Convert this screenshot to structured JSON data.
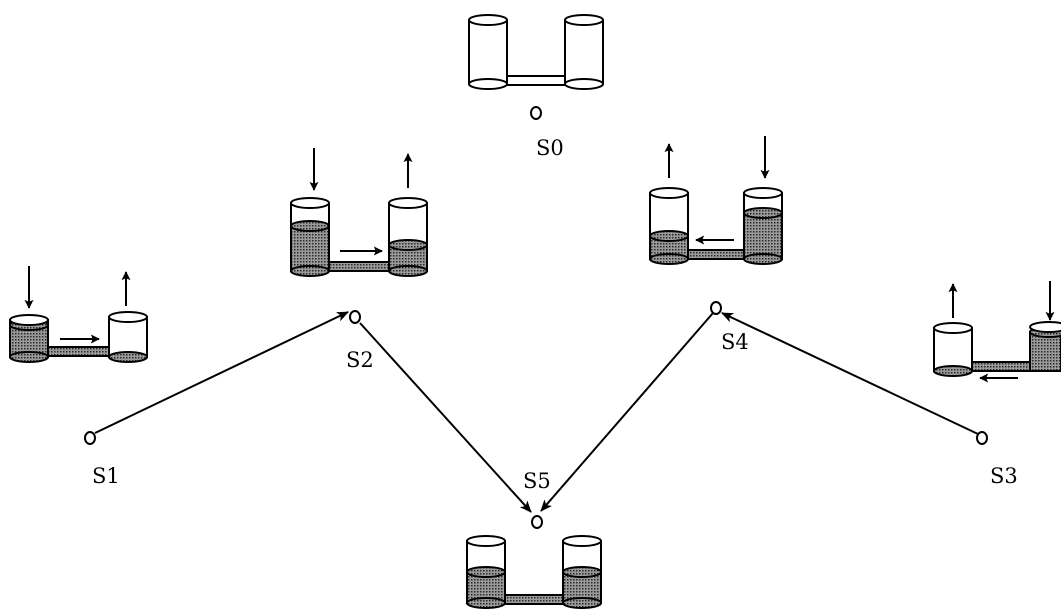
{
  "diagram": {
    "states": [
      {
        "id": "s0",
        "label": "S0"
      },
      {
        "id": "s1",
        "label": "S1"
      },
      {
        "id": "s2",
        "label": "S2"
      },
      {
        "id": "s3",
        "label": "S3"
      },
      {
        "id": "s4",
        "label": "S4"
      },
      {
        "id": "s5",
        "label": "S5"
      }
    ],
    "transitions": [
      {
        "from": "S1",
        "to": "S2"
      },
      {
        "from": "S2",
        "to": "S5"
      },
      {
        "from": "S3",
        "to": "S4"
      },
      {
        "from": "S4",
        "to": "S5"
      }
    ],
    "colors": {
      "line": "#000000",
      "liquid": "#7a7a7a",
      "background": "#ffffff"
    }
  }
}
